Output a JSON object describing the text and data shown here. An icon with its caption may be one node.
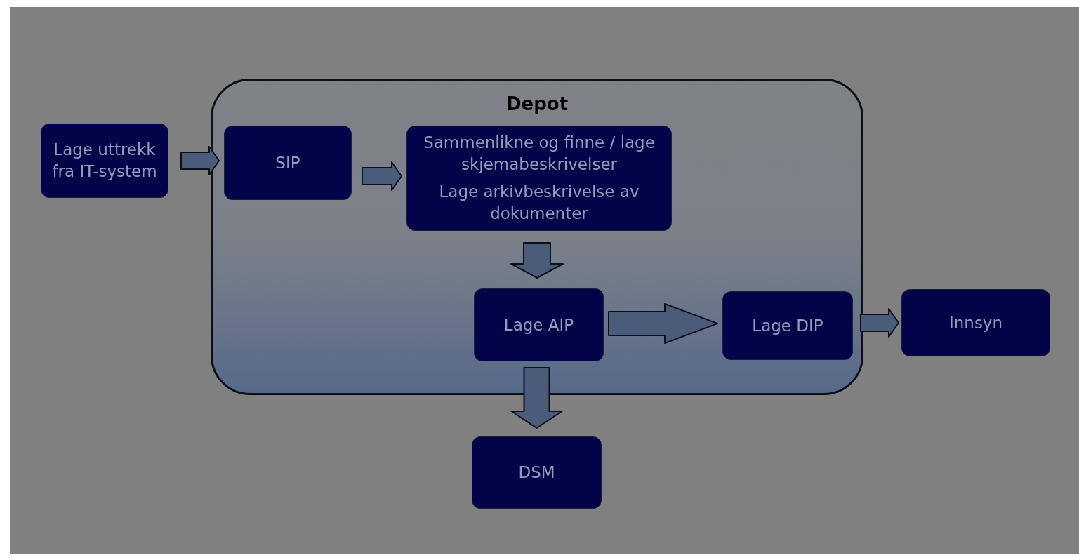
{
  "diagram": {
    "nodes": [
      {
        "text": [
          "Depot"
        ]
      },
      {
        "text": [
          "Lage uttrekk fra IT-system"
        ]
      },
      {
        "text": [
          "SIP"
        ],
        "in": 0
      },
      {
        "text": [
          "Sammenlikne og finne / lage skjemabeskrivelser",
          "Lage arkivbeskrivelse av dokumenter"
        ],
        "in": 0
      },
      {
        "text": [
          "Lage AIP"
        ],
        "in": 0
      },
      {
        "text": [
          "Lage DIP"
        ],
        "in": 0
      },
      {
        "text": [
          "Innsyn"
        ]
      },
      {
        "text": [
          "DSM"
        ]
      }
    ],
    "edges": [
      {
        "from": 1,
        "to": 2,
        "arrow": "to"
      },
      {
        "from": 2,
        "to": 3,
        "arrow": "to"
      },
      {
        "from": 3,
        "to": 4,
        "arrow": "to"
      },
      {
        "from": 4,
        "to": 5,
        "arrow": "to"
      },
      {
        "from": 5,
        "to": 6,
        "arrow": "to"
      },
      {
        "from": 4,
        "to": 7,
        "arrow": "to"
      }
    ]
  }
}
